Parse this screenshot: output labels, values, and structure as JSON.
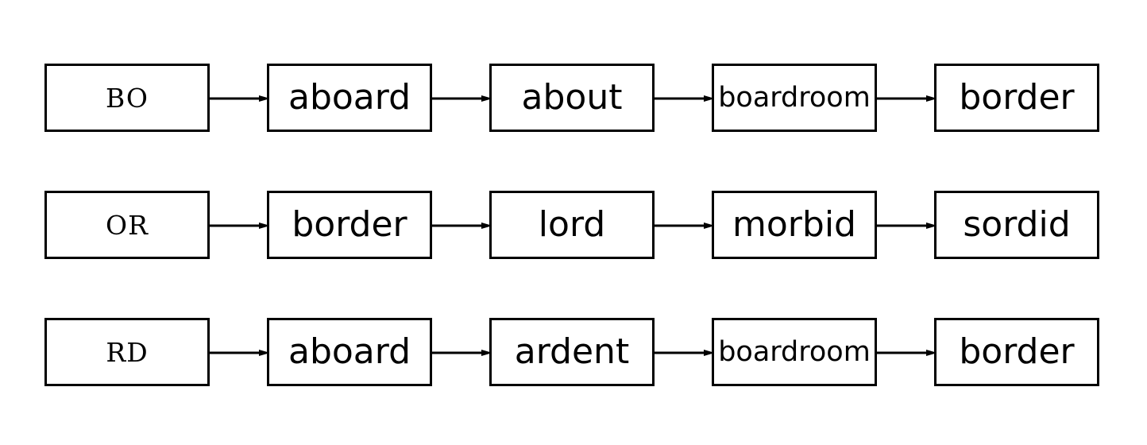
{
  "rows": [
    {
      "key": "BO",
      "words": [
        "aboard",
        "about",
        "boardroom",
        "border"
      ]
    },
    {
      "key": "OR",
      "words": [
        "border",
        "lord",
        "morbid",
        "sordid"
      ]
    },
    {
      "key": "RD",
      "words": [
        "aboard",
        "ardent",
        "boardroom",
        "border"
      ]
    }
  ]
}
